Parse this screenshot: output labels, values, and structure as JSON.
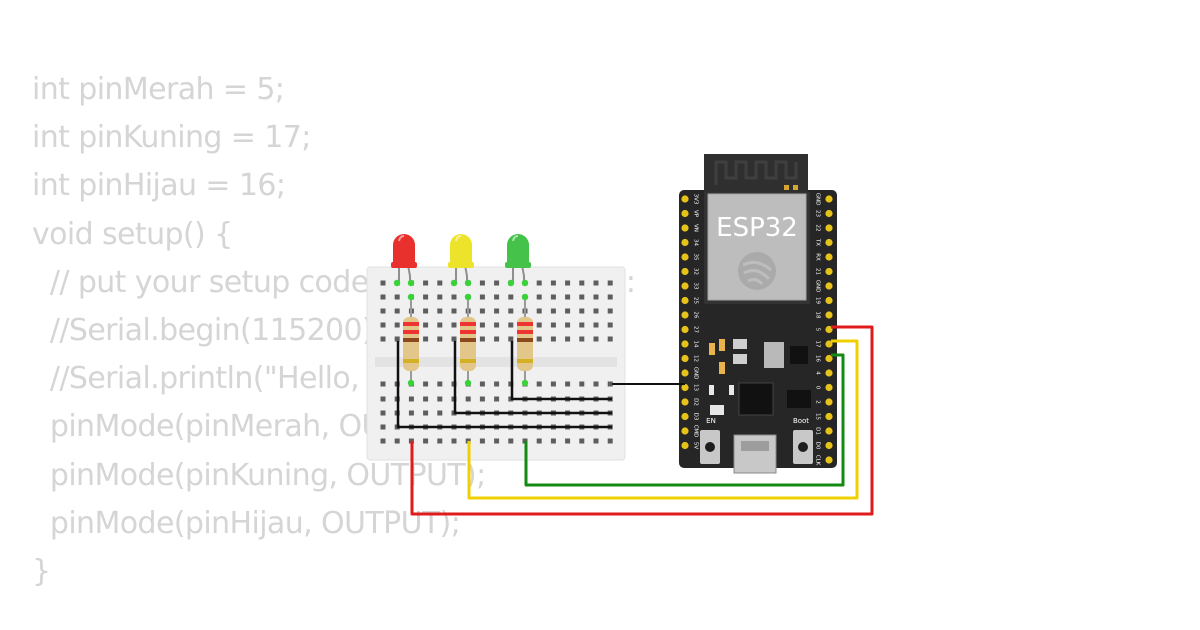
{
  "code_lines": [
    "int pinMerah = 5;",
    "int pinKuning = 17;",
    "int pinHijau = 16;",
    "void setup() {",
    "  // put your setup code here, to run once:",
    "  //Serial.begin(115200);",
    "  //Serial.println(\"Hello, ESP32!\");",
    "  pinMode(pinMerah, OUTPUT);",
    "  pinMode(pinKuning, OUTPUT);",
    "  pinMode(pinHijau, OUTPUT);",
    "}"
  ],
  "board": {
    "title": "ESP32",
    "en_label": "EN",
    "boot_label": "Boot",
    "left_pins": [
      "3V3",
      "VP",
      "VN",
      "34",
      "35",
      "32",
      "33",
      "25",
      "26",
      "27",
      "14",
      "12",
      "GND",
      "13",
      "D2",
      "D3",
      "CMD",
      "5V"
    ],
    "right_pins": [
      "GND",
      "23",
      "22",
      "TX",
      "RX",
      "21",
      "GND",
      "19",
      "18",
      "5",
      "17",
      "16",
      "4",
      "0",
      "2",
      "15",
      "D1",
      "D0",
      "CLK"
    ]
  },
  "leds": [
    {
      "color": "red",
      "fill": "#e8302c"
    },
    {
      "color": "yellow",
      "fill": "#ece32a"
    },
    {
      "color": "green",
      "fill": "#44c24a"
    }
  ],
  "wire_colors": {
    "red": "#e01b1b",
    "yellow": "#f0d000",
    "green": "#138a13",
    "black": "#111111"
  }
}
